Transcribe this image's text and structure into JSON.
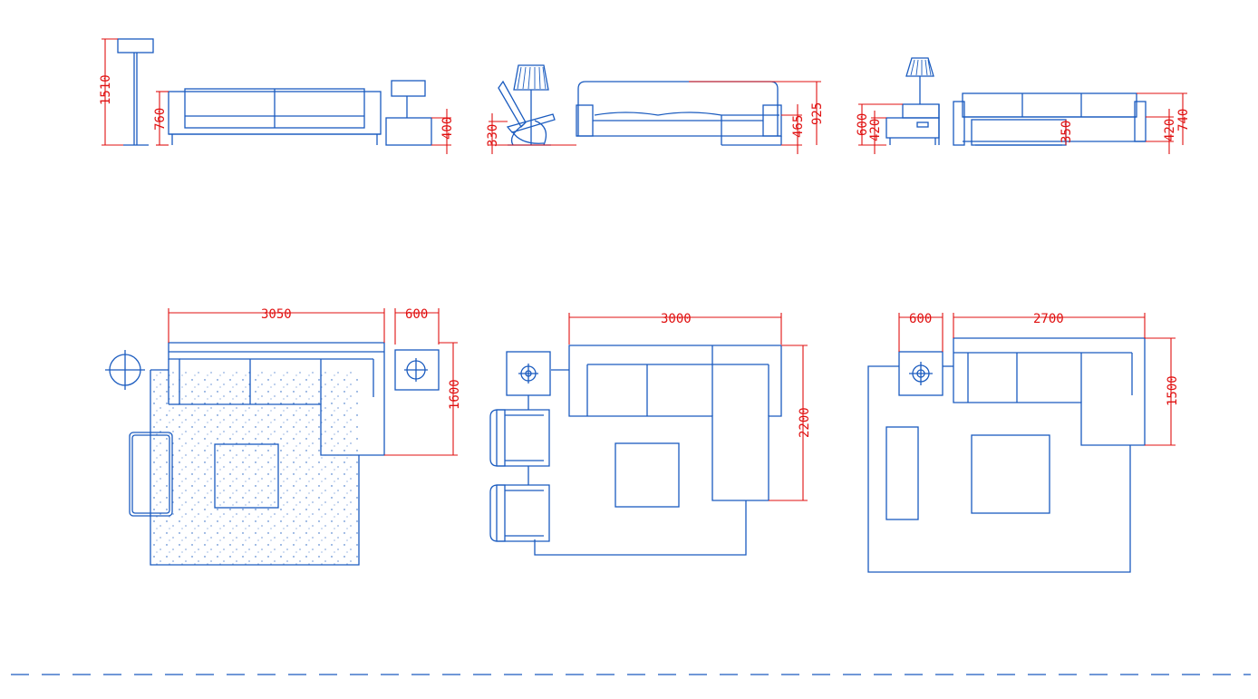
{
  "colors": {
    "line": "#1a5bbf",
    "dimension": "#e01010",
    "background": "#ffffff"
  },
  "elevations": {
    "set1": {
      "lamp_height": "1510",
      "sofa_height": "760",
      "side_table_height": "400"
    },
    "set2": {
      "chair_seat_height": "330",
      "seat_height": "465",
      "back_height": "925"
    },
    "set3": {
      "lamp_table_height": "600",
      "table_height": "420",
      "ottoman_height": "350",
      "sofa_seat_height": "420",
      "sofa_height": "740"
    }
  },
  "plans": {
    "plan1": {
      "sofa_width": "3050",
      "table_width": "600",
      "depth": "1600"
    },
    "plan2": {
      "sofa_width": "3000",
      "depth": "2200"
    },
    "plan3": {
      "table_width": "600",
      "sofa_width": "2700",
      "depth": "1500"
    }
  }
}
